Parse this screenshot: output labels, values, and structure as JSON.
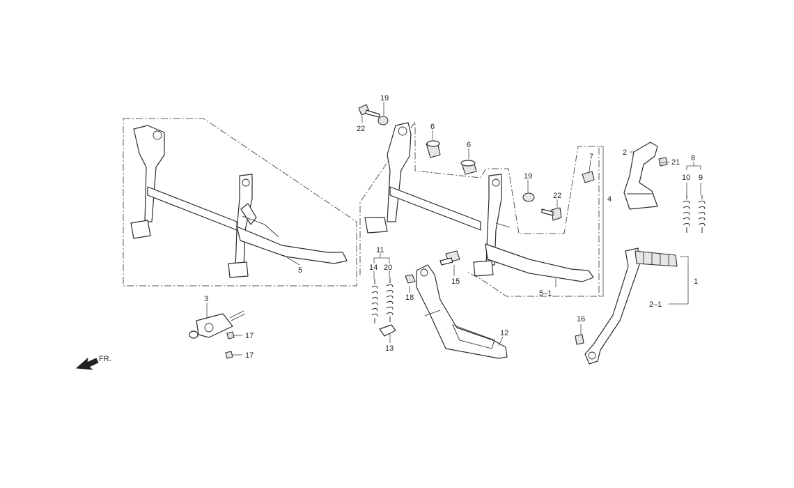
{
  "labels": {
    "l1": "1",
    "l2_1": "2–1",
    "l2": "2",
    "l3": "3",
    "l4": "4",
    "l5": "5",
    "l5_1": "5–1",
    "l6a": "6",
    "l6b": "6",
    "l7": "7",
    "l8": "8",
    "l9": "9",
    "l10": "10",
    "l11": "11",
    "l12": "12",
    "l13": "13",
    "l14": "14",
    "l15": "15",
    "l16": "16",
    "l17a": "17",
    "l17b": "17",
    "l18": "18",
    "l19a": "19",
    "l19b": "19",
    "l20": "20",
    "l21": "21",
    "l22a": "22",
    "l22b": "22"
  },
  "direction": {
    "text": "FR.",
    "icon": "arrow-front-icon"
  }
}
